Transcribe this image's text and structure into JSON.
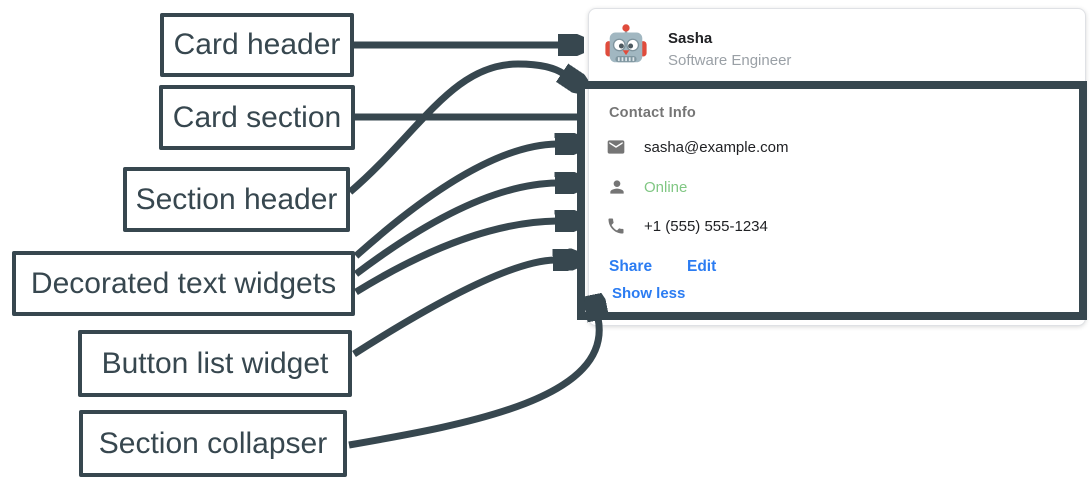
{
  "diagram_labels": [
    "Card header",
    "Card section",
    "Section header",
    "Decorated text widgets",
    "Button list widget",
    "Section collapser"
  ],
  "card": {
    "header": {
      "avatar_icon": "robot-emoji-avatar",
      "name": "Sasha",
      "subtitle": "Software Engineer"
    },
    "section": {
      "title": "Contact Info",
      "rows": [
        {
          "icon": "email-icon",
          "text": "sasha@example.com"
        },
        {
          "icon": "person-icon",
          "text": "Online",
          "status_color": "#81C784"
        },
        {
          "icon": "phone-icon",
          "text": "+1 (555) 555-1234"
        }
      ],
      "buttons": [
        {
          "label": "Share"
        },
        {
          "label": "Edit"
        }
      ],
      "collapser_label": "Show less"
    }
  },
  "colors": {
    "ink": "#37474F",
    "link-blue": "#2B7CF2",
    "online-green": "#81C784",
    "text-dark": "#202124",
    "text-gray": "#9AA0A6",
    "label-gray": "#757575",
    "icon-gray": "#757575",
    "card-border": "#DFE1E5"
  }
}
